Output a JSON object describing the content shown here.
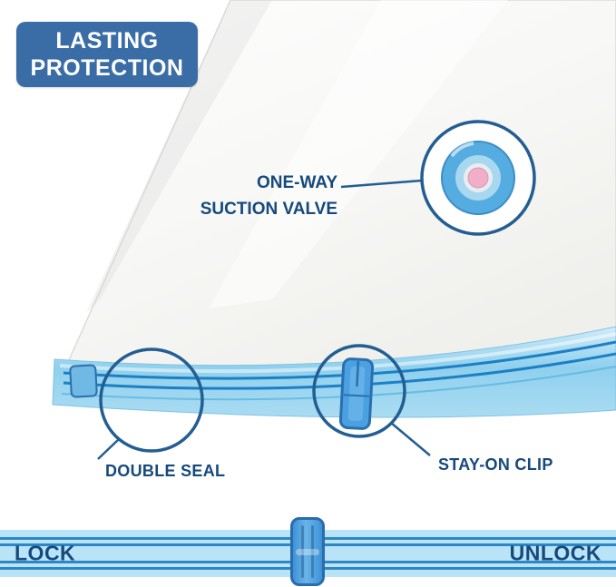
{
  "badge": {
    "line1": "LASTING",
    "line2": "PROTECTION",
    "bg_color": "#3a6da6",
    "text_color": "#ffffff"
  },
  "callouts": {
    "valve": {
      "line1": "ONE-WAY",
      "line2": "SUCTION VALVE"
    },
    "double_seal": {
      "label": "DOUBLE SEAL"
    },
    "clip": {
      "label": "STAY-ON CLIP"
    }
  },
  "legend_bar": {
    "left": "LOCK",
    "right": "UNLOCK"
  },
  "colors": {
    "label_text": "#16497c",
    "annotation_stroke": "#235e93",
    "seal_light_blue": "#9fd7f0",
    "seal_dark_line": "#1d7fc4",
    "valve_blue": "#54ace0",
    "valve_pink": "#f0aec8",
    "bar_background": "#b9e3f6",
    "bar_stripe": "#2e86c4",
    "clip_blue": "#4aa0e0"
  }
}
